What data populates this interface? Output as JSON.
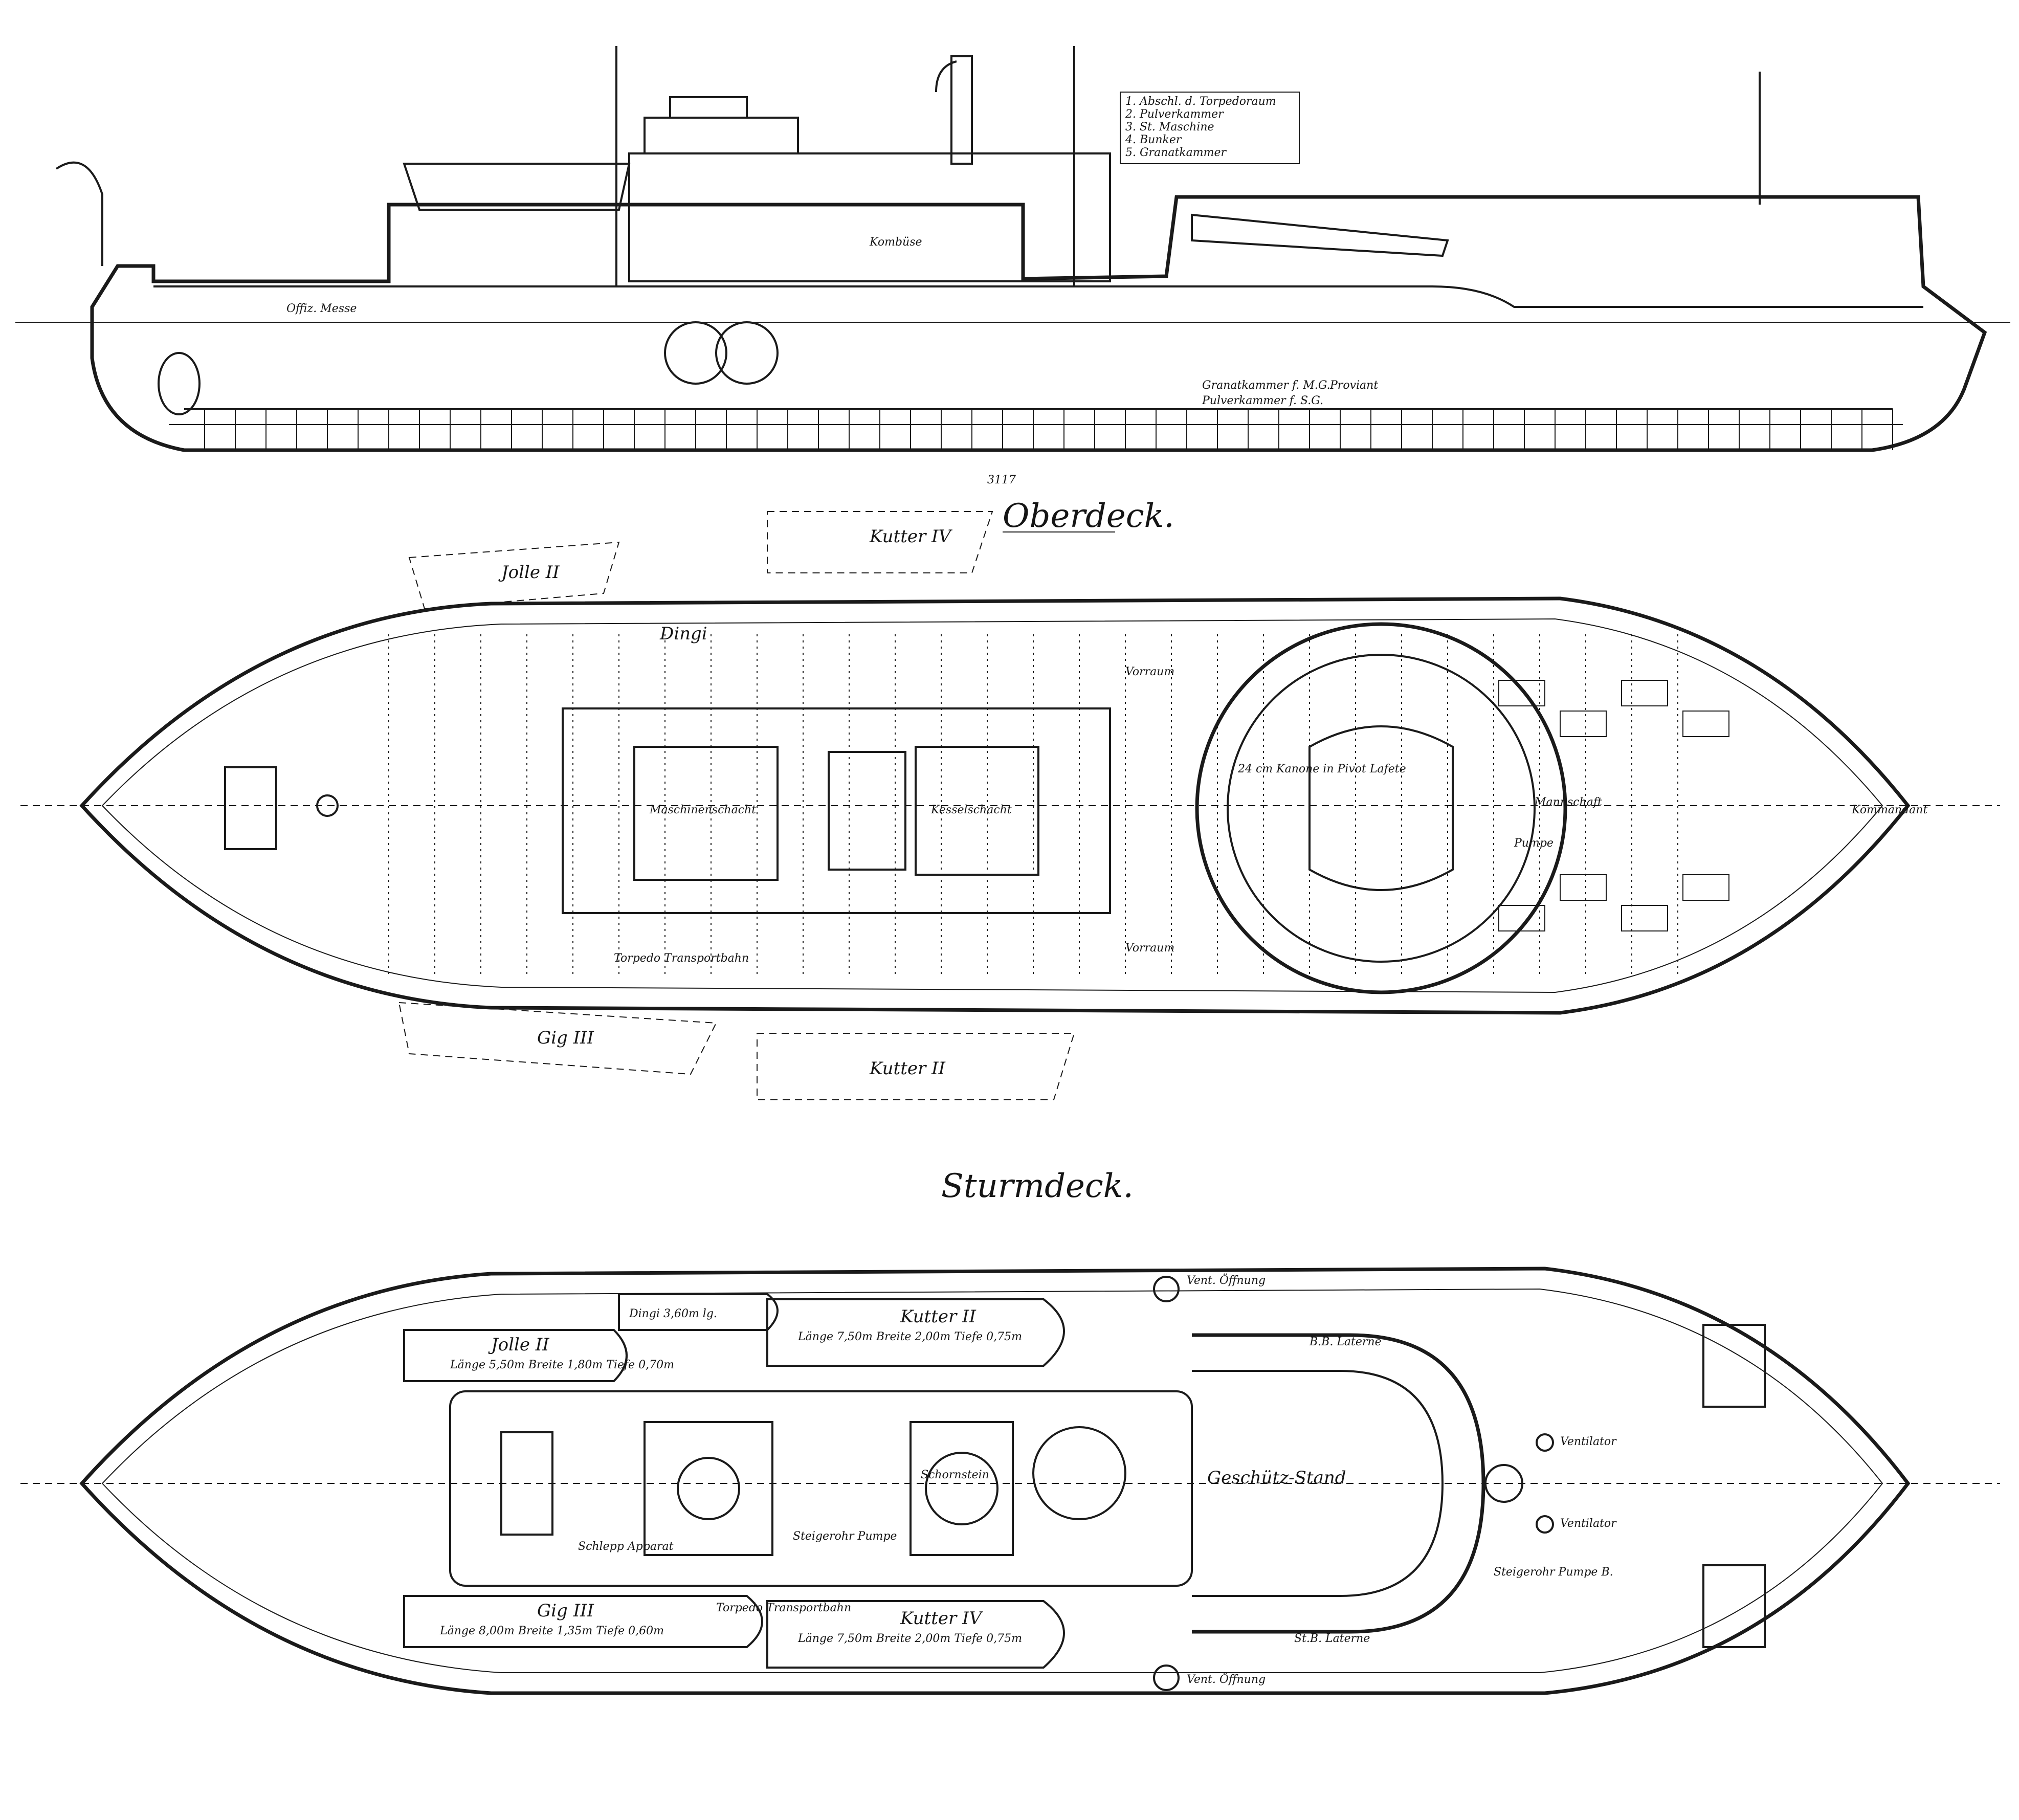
{
  "sections": {
    "oberdeck": {
      "title": "Oberdeck."
    },
    "sturmdeck": {
      "title": "Sturmdeck."
    }
  },
  "profile": {
    "sheet_mark": "3117",
    "legend": [
      "1. Abschl. d. Torpedoraum",
      "2. Pulverkammer",
      "3. St. Maschine",
      "4. Bunker",
      "5. Granatkammer"
    ],
    "labels": [
      "Offiz. Messe",
      "Kombüse",
      "Granatkammer f. M.G.",
      "Pulverkammer f. S.G.",
      "Proviant"
    ]
  },
  "oberdeck": {
    "labels": {
      "kutter_iv": "Kutter IV",
      "jolle_ii": "Jolle II",
      "dingi": "Dingi",
      "gig_iii": "Gig III",
      "kutter_ii": "Kutter II",
      "maschinen": "Maschinenschacht",
      "kessel": "Kesselschacht",
      "vorraum_top": "Vorraum",
      "vorraum_bottom": "Vorraum",
      "kanone": "24 cm Kanone in Pivot Lafete",
      "torpedo": "Torpedo Transportbahn",
      "mannschaft": "Mannschaft",
      "pumpe": "Pumpe",
      "kommandant": "Kommandant"
    }
  },
  "sturmdeck": {
    "labels": {
      "jolle": "Jolle II",
      "jolle_dims": "Länge 5,50m Breite 1,80m Tiefe 0,70m",
      "dingi": "Dingi 3,60m lg.",
      "kutter_top": "Kutter II",
      "kutter_top_dims": "Länge 7,50m Breite 2,00m Tiefe 0,75m",
      "gig": "Gig III",
      "gig_dims": "Länge 8,00m Breite 1,35m Tiefe 0,60m",
      "kutter_bottom": "Kutter IV",
      "kutter_bottom_dims": "Länge 7,50m Breite 2,00m Tiefe 0,75m",
      "schornstein": "Schornstein",
      "geschuetz": "Geschütz-Stand",
      "ventilator_1": "Ventilator",
      "ventilator_2": "Ventilator",
      "vent_oeffnung_top": "Vent. Öffnung",
      "vent_oeffnung_bottom": "Vent. Öffnung",
      "laterne_top": "B.B. Laterne",
      "laterne_bottom": "St.B. Laterne",
      "steigerohr_left": "Steigerohr Pumpe",
      "steigerohr_right": "Steigerohr Pumpe B.",
      "torpedo_bahn": "Torpedo Transportbahn",
      "schlepp": "Schlepp Apparat"
    }
  }
}
